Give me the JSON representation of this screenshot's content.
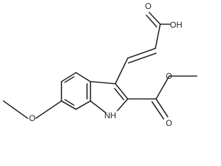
{
  "structure": {
    "atoms": {
      "carboxylic_oh": "OH",
      "carboxylic_o": "O",
      "ester_carbonyl_o": "O",
      "ester_alkoxy_o": "O",
      "methoxy_o": "O",
      "indole_nh": "NH"
    }
  }
}
